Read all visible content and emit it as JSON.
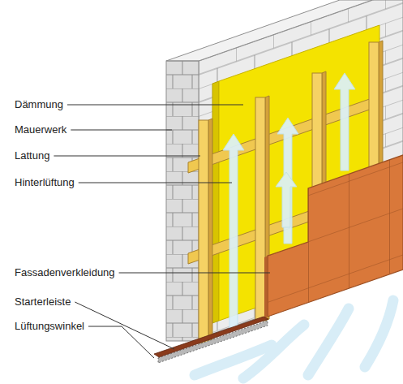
{
  "diagram": {
    "labels": [
      "Dämmung",
      "Mauerwerk",
      "Lattung",
      "Hinterlüftung",
      "Fassadenverkleidung",
      "Starterleiste",
      "Lüftungswinkel"
    ]
  }
}
